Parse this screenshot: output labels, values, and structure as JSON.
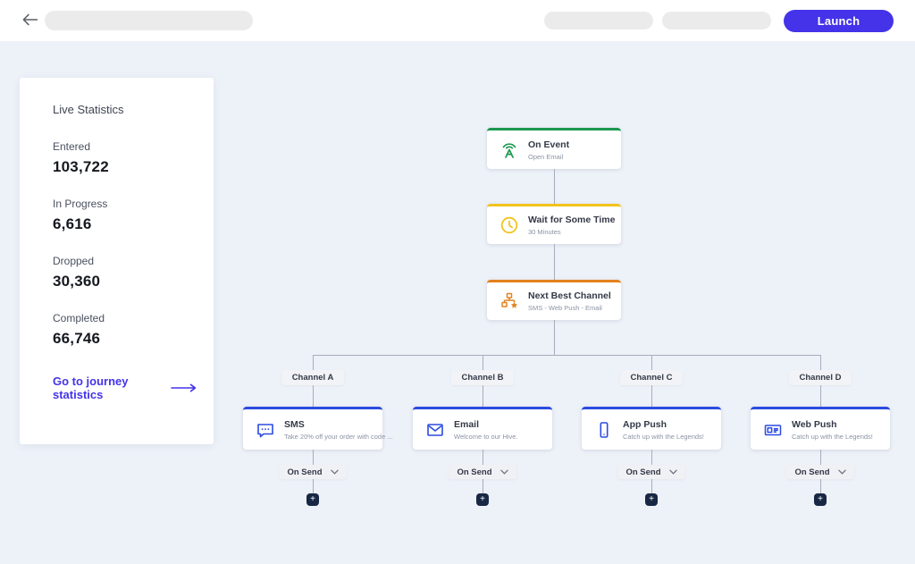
{
  "topbar": {
    "launch_label": "Launch"
  },
  "stats": {
    "title": "Live Statistics",
    "items": [
      {
        "label": "Entered",
        "value": "103,722"
      },
      {
        "label": "In Progress",
        "value": "6,616"
      },
      {
        "label": "Dropped",
        "value": "30,360"
      },
      {
        "label": "Completed",
        "value": "66,746"
      }
    ],
    "link_label": "Go to journey statistics"
  },
  "flow": {
    "trunk": [
      {
        "icon": "broadcast-icon",
        "title": "On Event",
        "subtitle": "Open Email",
        "accent": "#1d9850"
      },
      {
        "icon": "clock-icon",
        "title": "Wait for Some Time",
        "subtitle": "30 Minutes",
        "accent": "#f2c31d"
      },
      {
        "icon": "hierarchy-star-icon",
        "title": "Next Best Channel",
        "subtitle": "SMS - Web Push - Email",
        "accent": "#e2821d"
      }
    ],
    "branches": [
      {
        "label": "Channel A",
        "icon": "sms-icon",
        "title": "SMS",
        "subtitle": "Take 20% off your order with code ...",
        "event_label": "On Send"
      },
      {
        "label": "Channel B",
        "icon": "email-icon",
        "title": "Email",
        "subtitle": "Welcome to our Hive.",
        "event_label": "On Send"
      },
      {
        "label": "Channel C",
        "icon": "app-push-icon",
        "title": "App Push",
        "subtitle": "Catch up with the Legends!",
        "event_label": "On Send"
      },
      {
        "label": "Channel D",
        "icon": "web-push-icon",
        "title": "Web Push",
        "subtitle": "Catch up with the Legends!",
        "event_label": "On Send"
      }
    ],
    "add_button_label": "+"
  },
  "colors": {
    "primary": "#4433e8",
    "accent_green": "#1d9850",
    "accent_yellow": "#f2c31d",
    "accent_orange": "#e2821d",
    "accent_blue": "#2b4be0",
    "plus_button": "#182744",
    "canvas_bg": "#edf1f8",
    "connector": "#a7aebc"
  }
}
